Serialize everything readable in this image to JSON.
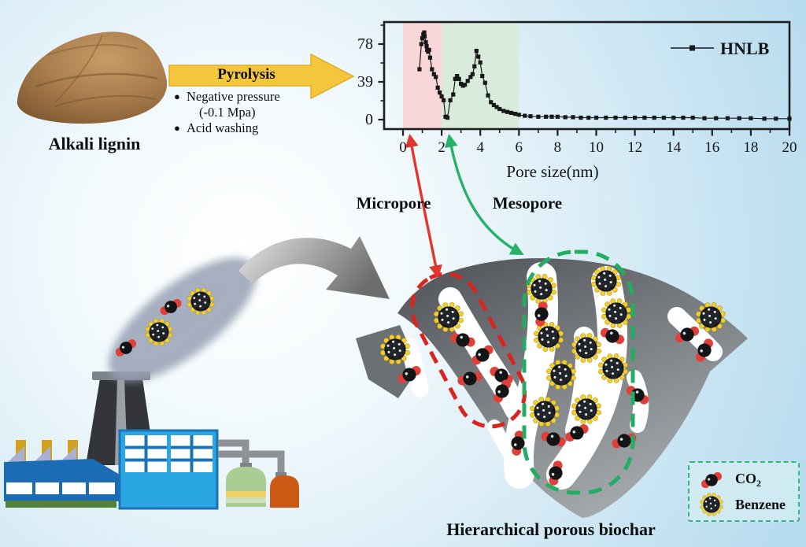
{
  "figure": {
    "lignin_label": "Alkali lignin",
    "micropore_label": "Micropore",
    "mesopore_label": "Mesopore",
    "biochar_caption": "Hierarchical porous biochar"
  },
  "process": {
    "arrow_label": "Pyrolysis",
    "bullets": [
      {
        "text": "Negative pressure",
        "cont": "(-0.1 Mpa)"
      },
      {
        "text": "Acid washing",
        "cont": ""
      }
    ]
  },
  "molecule_legend": {
    "co2_base": "CO",
    "co2_sub": "2",
    "benzene_label": "Benzene"
  },
  "icons": {
    "bullet": "●"
  },
  "colors": {
    "pyrolysis_arrow": "#f3c63e",
    "micropore_accent": "#e0362d",
    "mesopore_accent": "#27b168",
    "micropore_band": "#f9d6d7",
    "mesopore_band": "#d9ecdb",
    "series_color": "#17181a",
    "background_edge": "#b4dbee"
  },
  "chart_data": {
    "type": "line",
    "title": "",
    "xlabel": "Pore size(nm)",
    "ylabel": "",
    "xlim": [
      0,
      20
    ],
    "ylim": [
      -10,
      101
    ],
    "xticks": [
      0,
      2,
      4,
      6,
      8,
      10,
      12,
      14,
      16,
      18,
      20
    ],
    "yticks": [
      0,
      39,
      78
    ],
    "grid": false,
    "legend_position": "top-right",
    "bands": [
      {
        "name": "micropore",
        "x_range": [
          0,
          2
        ],
        "color": "#f9d6d7"
      },
      {
        "name": "mesopore",
        "x_range": [
          2,
          6
        ],
        "color": "#d9ecdb"
      }
    ],
    "series": [
      {
        "name": "HNLB",
        "marker": "square",
        "color": "#17181a",
        "x": [
          0.85,
          0.95,
          1,
          1.05,
          1.1,
          1.12,
          1.18,
          1.22,
          1.25,
          1.3,
          1.35,
          1.4,
          1.5,
          1.6,
          1.7,
          1.8,
          1.9,
          2,
          2.1,
          2.2,
          2.3,
          2.45,
          2.6,
          2.7,
          2.8,
          2.9,
          3,
          3.1,
          3.2,
          3.35,
          3.5,
          3.6,
          3.7,
          3.8,
          3.9,
          4,
          4.1,
          4.25,
          4.4,
          4.55,
          4.7,
          4.85,
          5,
          5.2,
          5.4,
          5.6,
          5.8,
          6,
          6.3,
          6.6,
          7,
          7.4,
          7.7,
          8,
          8.4,
          8.8,
          9.2,
          9.6,
          10,
          10.5,
          11,
          11.5,
          12,
          12.5,
          13,
          13.5,
          14,
          14.5,
          15,
          15.6,
          16.2,
          16.8,
          17.4,
          18,
          18.7,
          19.3,
          20
        ],
        "y": [
          52,
          78,
          84,
          88,
          90,
          86,
          80,
          76,
          72,
          70,
          72,
          64,
          52,
          47,
          44,
          33,
          28,
          24,
          20,
          3,
          2,
          20,
          26,
          42,
          45,
          42,
          37,
          35,
          36,
          40,
          44,
          47,
          55,
          71,
          65,
          59,
          45,
          38,
          25,
          18,
          15,
          13,
          11,
          9,
          8,
          7,
          6,
          5,
          4,
          3.5,
          3,
          3,
          3,
          3,
          2.5,
          2.5,
          2,
          2,
          2,
          2,
          2,
          2,
          2,
          2,
          2,
          2,
          2,
          2,
          2,
          1.5,
          1.5,
          1.5,
          1.5,
          1.5,
          1,
          1,
          1
        ]
      }
    ]
  }
}
